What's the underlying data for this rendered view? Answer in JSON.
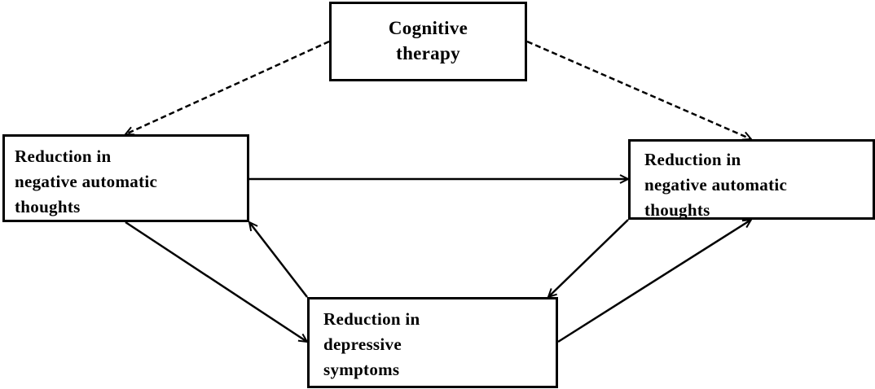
{
  "diagram": {
    "nodes": {
      "therapy": {
        "label": "Cognitive\ntherapy"
      },
      "left": {
        "label": "Reduction in\nnegative automatic\nthoughts"
      },
      "right": {
        "label": "Reduction in\nnegative automatic\nthoughts"
      },
      "bottom": {
        "label": "Reduction in\ndepressive\nsymptoms"
      }
    },
    "edges": [
      {
        "from": "therapy",
        "to": "left",
        "style": "dashed"
      },
      {
        "from": "therapy",
        "to": "right",
        "style": "dashed"
      },
      {
        "from": "left",
        "to": "right",
        "style": "solid"
      },
      {
        "from": "left",
        "to": "bottom",
        "style": "solid"
      },
      {
        "from": "bottom",
        "to": "left",
        "style": "solid"
      },
      {
        "from": "right",
        "to": "bottom",
        "style": "solid"
      },
      {
        "from": "bottom",
        "to": "right",
        "style": "solid"
      }
    ]
  }
}
